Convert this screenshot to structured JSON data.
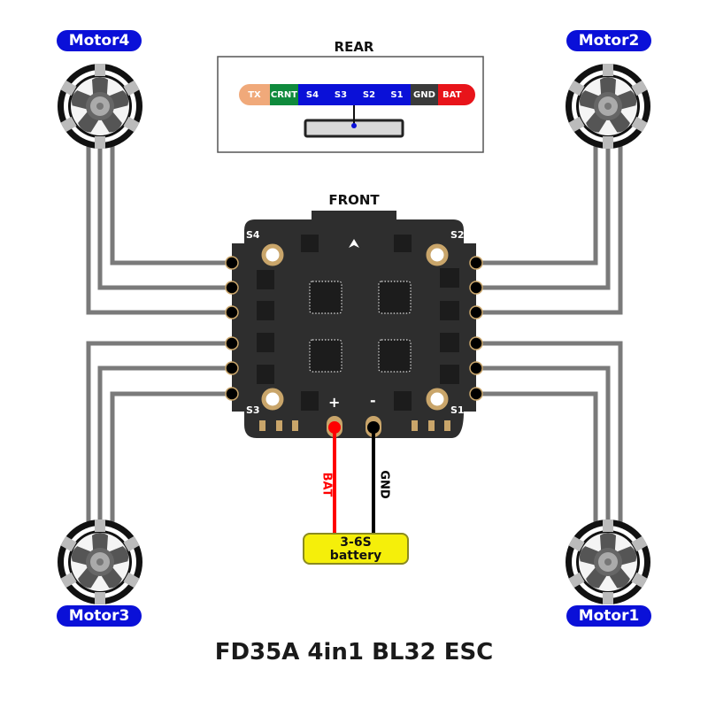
{
  "title": "FD35A 4in1 BL32 ESC",
  "rear_panel": {
    "label": "REAR",
    "connector_pins": [
      {
        "label": "TX",
        "color": "#f0a97a"
      },
      {
        "label": "CRNT",
        "color": "#0f8a3c"
      },
      {
        "label": "S4",
        "color": "#0a10d8"
      },
      {
        "label": "S3",
        "color": "#0a10d8"
      },
      {
        "label": "S2",
        "color": "#0a10d8"
      },
      {
        "label": "S1",
        "color": "#0a10d8"
      },
      {
        "label": "GND",
        "color": "#3a3a3a"
      },
      {
        "label": "BAT",
        "color": "#e8141a"
      }
    ]
  },
  "board": {
    "front_label": "FRONT",
    "corner_labels": {
      "top_left": "S4",
      "top_right": "S2",
      "bottom_left": "S3",
      "bottom_right": "S1"
    },
    "plus_label": "+",
    "minus_label": "-"
  },
  "motors": [
    {
      "label": "Motor4",
      "position": "top-left"
    },
    {
      "label": "Motor2",
      "position": "top-right"
    },
    {
      "label": "Motor3",
      "position": "bottom-left"
    },
    {
      "label": "Motor1",
      "position": "bottom-right"
    }
  ],
  "power_wires": {
    "positive_label": "BAT",
    "negative_label": "GND",
    "positive_color": "#ff0000",
    "negative_color": "#000000"
  },
  "battery": {
    "line1": "3-6S",
    "line2": "battery",
    "color": "#f5ef0a"
  },
  "colors": {
    "board": "#2e2e2e",
    "pad": "#c9a56a",
    "wire": "#7a7a7a",
    "motor_tag": "#0a10d8"
  }
}
